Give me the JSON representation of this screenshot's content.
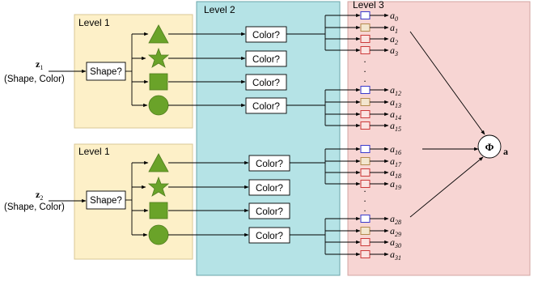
{
  "panels": {
    "level1_top": "Level 1",
    "level1_bottom": "Level 1",
    "level2": "Level 2",
    "level3": "Level 3"
  },
  "inputs": {
    "z1_symbol": "z",
    "z1_sub": "1",
    "z2_symbol": "z",
    "z2_sub": "2",
    "desc": "(Shape, Color)"
  },
  "nodes": {
    "shape_q": "Shape?",
    "color_q": "Color?"
  },
  "outputs": {
    "symbol": "a",
    "top_labels": [
      "0",
      "1",
      "2",
      "3"
    ],
    "top_mid_labels": [
      "12",
      "13",
      "14",
      "15"
    ],
    "bottom_mid_labels": [
      "16",
      "17",
      "18",
      "19"
    ],
    "bottom_labels": [
      "28",
      "29",
      "30",
      "31"
    ],
    "ellipsis": "."
  },
  "aggregator": {
    "symbol": "Φ",
    "output": "a"
  },
  "colors": {
    "level1_bg": "#fdf0c8",
    "level1_border": "#d9c796",
    "level2_bg": "#b5e3e6",
    "level2_border": "#6aa6aa",
    "level3_bg": "#f7d5d3",
    "level3_border": "#d3a4a2",
    "shape_green": "#6aa329",
    "box_blue": "#3a3acc",
    "box_tan": "#b58a4e",
    "box_red": "#cc3a3a"
  }
}
